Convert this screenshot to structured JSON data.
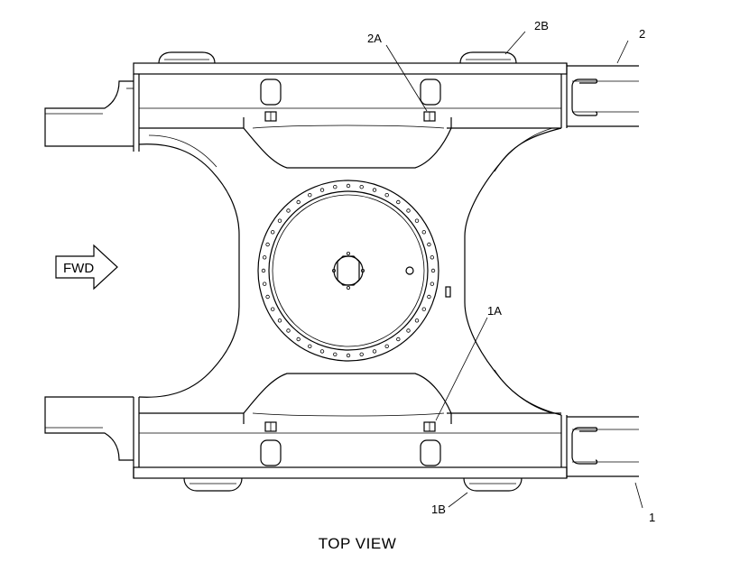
{
  "diagram": {
    "caption": "TOP VIEW",
    "direction_arrow_label": "FWD",
    "callouts": {
      "c1": "1",
      "c1A": "1A",
      "c1B": "1B",
      "c2": "2",
      "c2A": "2A",
      "c2B": "2B"
    }
  },
  "colors": {
    "line": "#000000",
    "background": "#ffffff"
  }
}
